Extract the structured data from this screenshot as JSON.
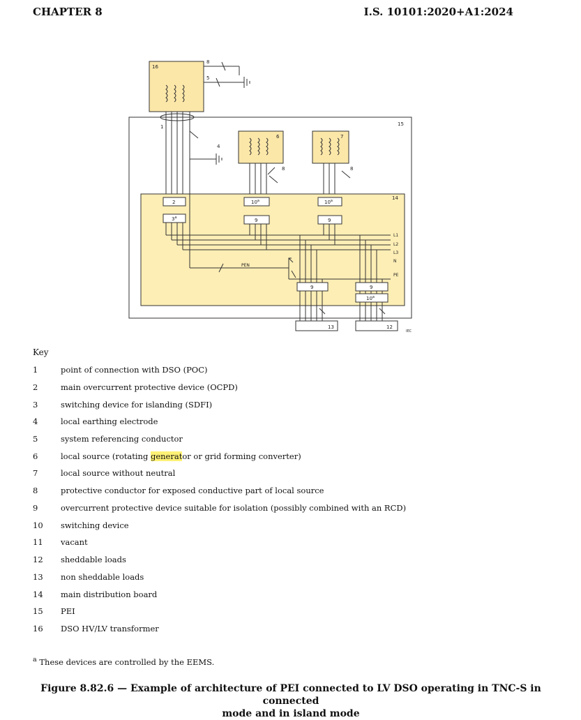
{
  "header": {
    "chapter": "CHAPTER 8",
    "standard": "I.S. 10101:2020+A1:2024"
  },
  "diagram": {
    "labels": {
      "n16": "16",
      "n8a": "8",
      "n5": "5",
      "n1": "1",
      "n15": "15",
      "n4": "4",
      "n6": "6",
      "n7": "7",
      "n8b": "8",
      "n8c": "8",
      "n14": "14",
      "n2": "2",
      "n3": "3",
      "n3sup": "a",
      "n10a": "10",
      "n10asup": "a",
      "n10b": "10",
      "n10bsup": "a",
      "n9a": "9",
      "n9b": "9",
      "n9c": "9",
      "n9d": "9",
      "n10c": "10",
      "n10csup": "a",
      "l1": "L1",
      "l2": "L2",
      "l3": "L3",
      "nn": "N",
      "pe": "PE",
      "pen": "PEN",
      "n13": "13",
      "n12": "12",
      "iec": "IEC"
    }
  },
  "key": {
    "title": "Key",
    "items": [
      {
        "num": "1",
        "desc": "point of connection with DSO (POC)"
      },
      {
        "num": "2",
        "desc": "main overcurrent protective device (OCPD)"
      },
      {
        "num": "3",
        "desc": "switching device for islanding (SDFI)"
      },
      {
        "num": "4",
        "desc": "local earthing electrode"
      },
      {
        "num": "5",
        "desc": "system referencing conductor"
      },
      {
        "num": "6",
        "desc_pre": "local source (rotating ",
        "desc_hl": "generat",
        "desc_post": "or or grid forming converter)"
      },
      {
        "num": "7",
        "desc": "local source without neutral"
      },
      {
        "num": "8",
        "desc": "protective conductor for exposed conductive part of local source"
      },
      {
        "num": "9",
        "desc": "overcurrent protective device suitable for isolation (possibly combined with an RCD)"
      },
      {
        "num": "10",
        "desc": "switching device"
      },
      {
        "num": "11",
        "desc": "vacant"
      },
      {
        "num": "12",
        "desc": "sheddable loads"
      },
      {
        "num": "13",
        "desc": "non sheddable loads"
      },
      {
        "num": "14",
        "desc": "main distribution board"
      },
      {
        "num": "15",
        "desc": "PEI"
      },
      {
        "num": "16",
        "desc": "DSO HV/LV transformer"
      }
    ]
  },
  "footnote": {
    "mark": "a",
    "text": " These devices are controlled by the EEMS."
  },
  "caption": {
    "line1": "Figure 8.82.6 — Example of architecture of PEI connected to LV DSO operating in TNC-S in connected",
    "line2": "mode and in island mode"
  },
  "colors": {
    "board_fill": "#fdeeb5",
    "source_fill": "#fbe7a8",
    "line": "#333333",
    "highlight": "#fff176"
  }
}
